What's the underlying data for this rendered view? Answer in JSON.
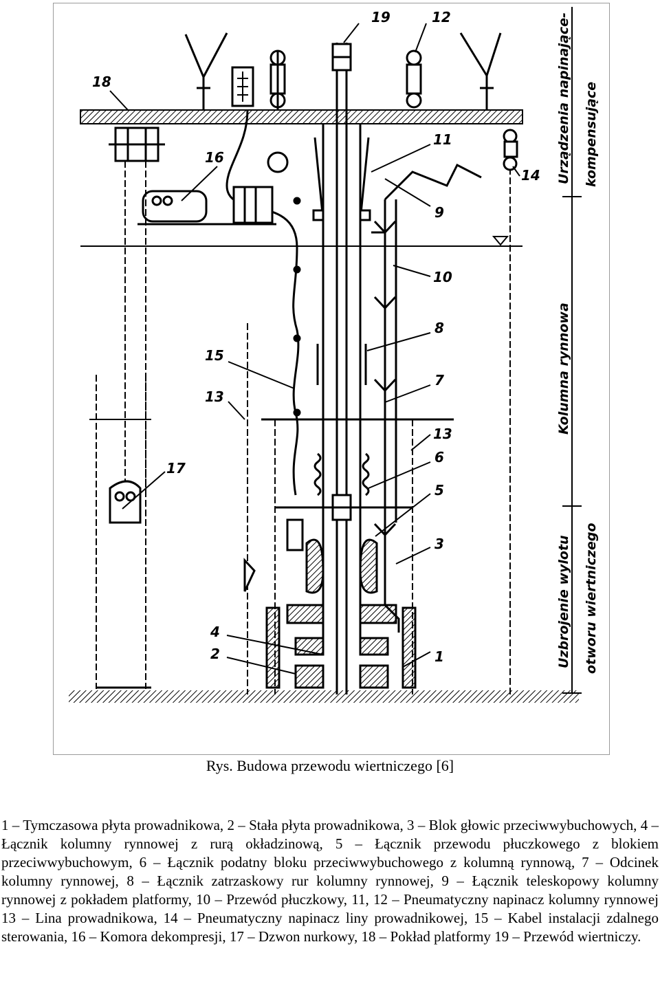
{
  "figure": {
    "callouts": [
      "19",
      "12",
      "18",
      "16",
      "11",
      "14",
      "9",
      "10",
      "8",
      "15",
      "13",
      "7",
      "13",
      "6",
      "17",
      "5",
      "3",
      "4",
      "2",
      "1"
    ],
    "side_labels": {
      "top_line1": "Urządzenia napinające-",
      "top_line2": "kompensujące",
      "middle": "Kolumna rynnowa",
      "bottom_line1": "Uzbrojenie wylotu",
      "bottom_line2": "otworu wiertniczego"
    }
  },
  "caption": "Rys. Budowa przewodu wiertniczego [6]",
  "legend": "1 – Tymczasowa płyta prowadnikowa, 2 – Stała płyta prowadnikowa, 3 – Blok głowic przeciwwybuchowych, 4 – Łącznik kolumny rynnowej z rurą okładzinową, 5 – Łącznik przewodu płuczkowego z blokiem przeciwwybuchowym, 6 – Łącznik podatny bloku przeciwwybuchowego z kolumną rynnową, 7 – Odcinek kolumny rynnowej, 8 – Łącznik zatrzaskowy rur kolumny rynnowej, 9 – Łącznik teleskopowy kolumny rynnowej z pokładem platformy, 10 – Przewód płuczkowy, 11, 12 – Pneumatyczny napinacz kolumny rynnowej 13 – Lina prowadnikowa, 14 – Pneumatyczny napinacz liny prowadnikowej, 15 – Kabel instalacji zdalnego sterowania, 16 – Komora dekompresji, 17 – Dzwon nurkowy, 18 – Pokład platformy 19 – Przewód wiertniczy."
}
